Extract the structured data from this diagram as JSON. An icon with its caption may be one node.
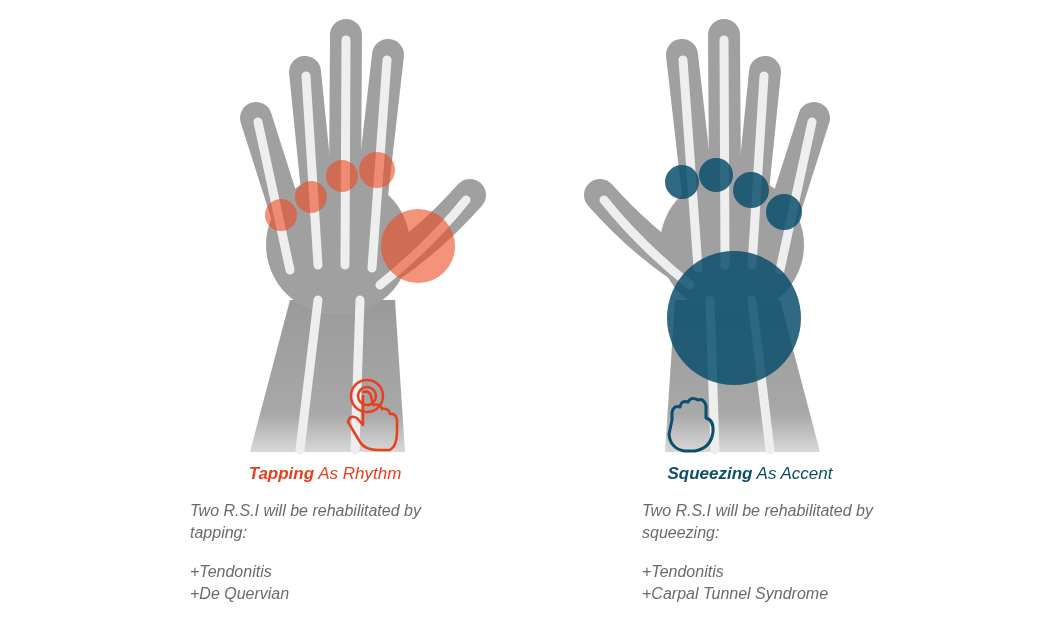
{
  "diagram": {
    "labels": [
      "**Tapping** As Rhythm",
      "Two R.S.I will be rehabilitated by tapping:",
      "+Tendonitis",
      "+De Quervian",
      "**Squeezing** As Accent",
      "Two R.S.I will be rehabilitated by squeezing:",
      "+Tendonitis",
      "+Carpal Tunnel Syndrome"
    ]
  }
}
